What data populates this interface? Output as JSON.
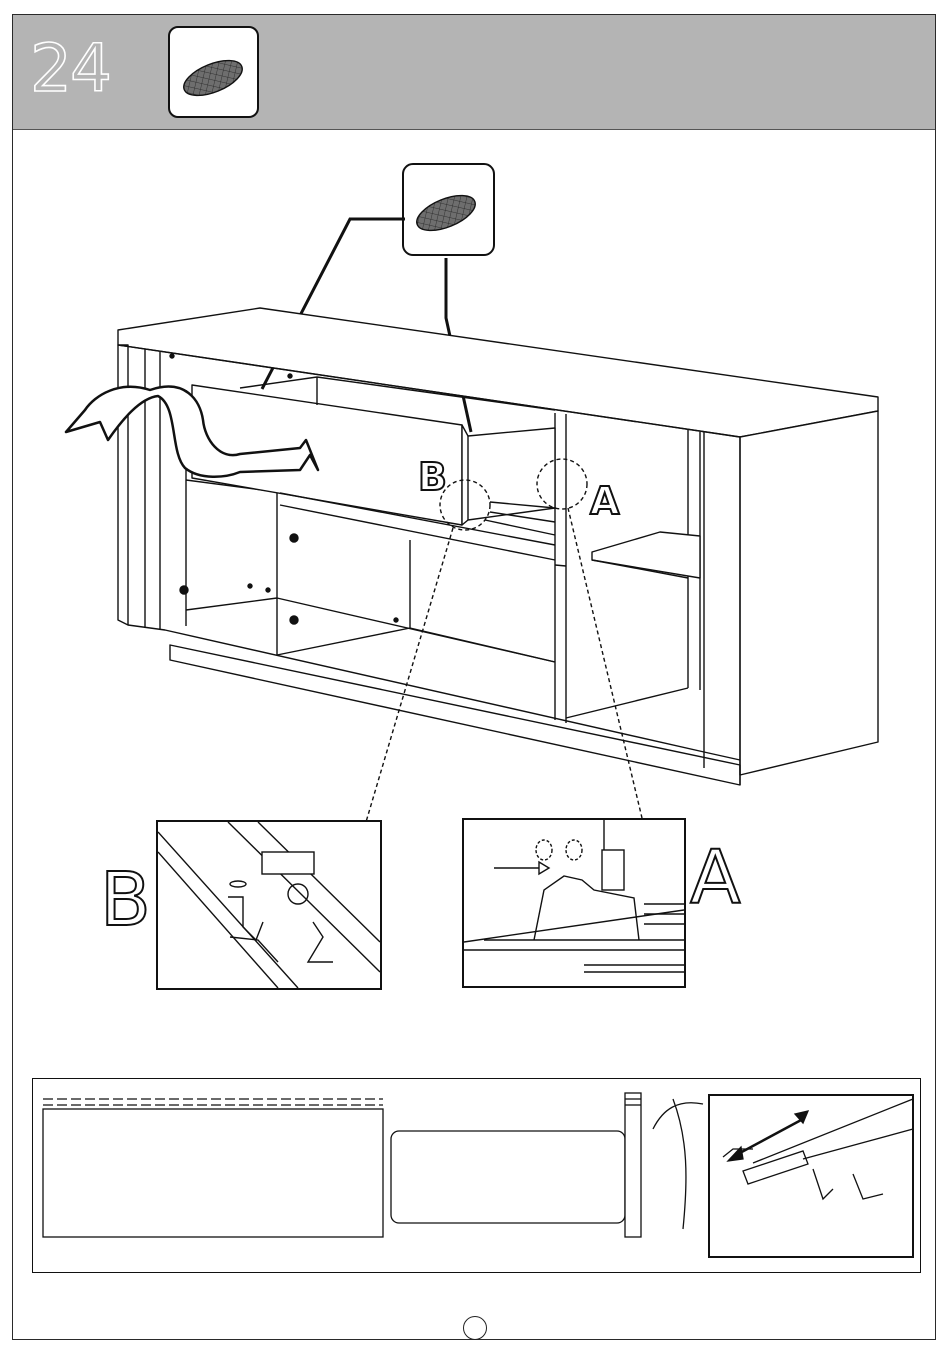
{
  "step": {
    "number": "24"
  },
  "parts": {
    "header_icon": "felt-pad-icon",
    "callout_icon": "felt-pad-icon"
  },
  "callouts": {
    "label_a": "A",
    "label_b": "B"
  },
  "details": {
    "label_a": "A",
    "label_b": "B"
  },
  "page": {
    "number": ""
  },
  "colors": {
    "header_band": "#b4b4b4",
    "line": "#111111",
    "pad_fill": "#6e6e6e"
  }
}
